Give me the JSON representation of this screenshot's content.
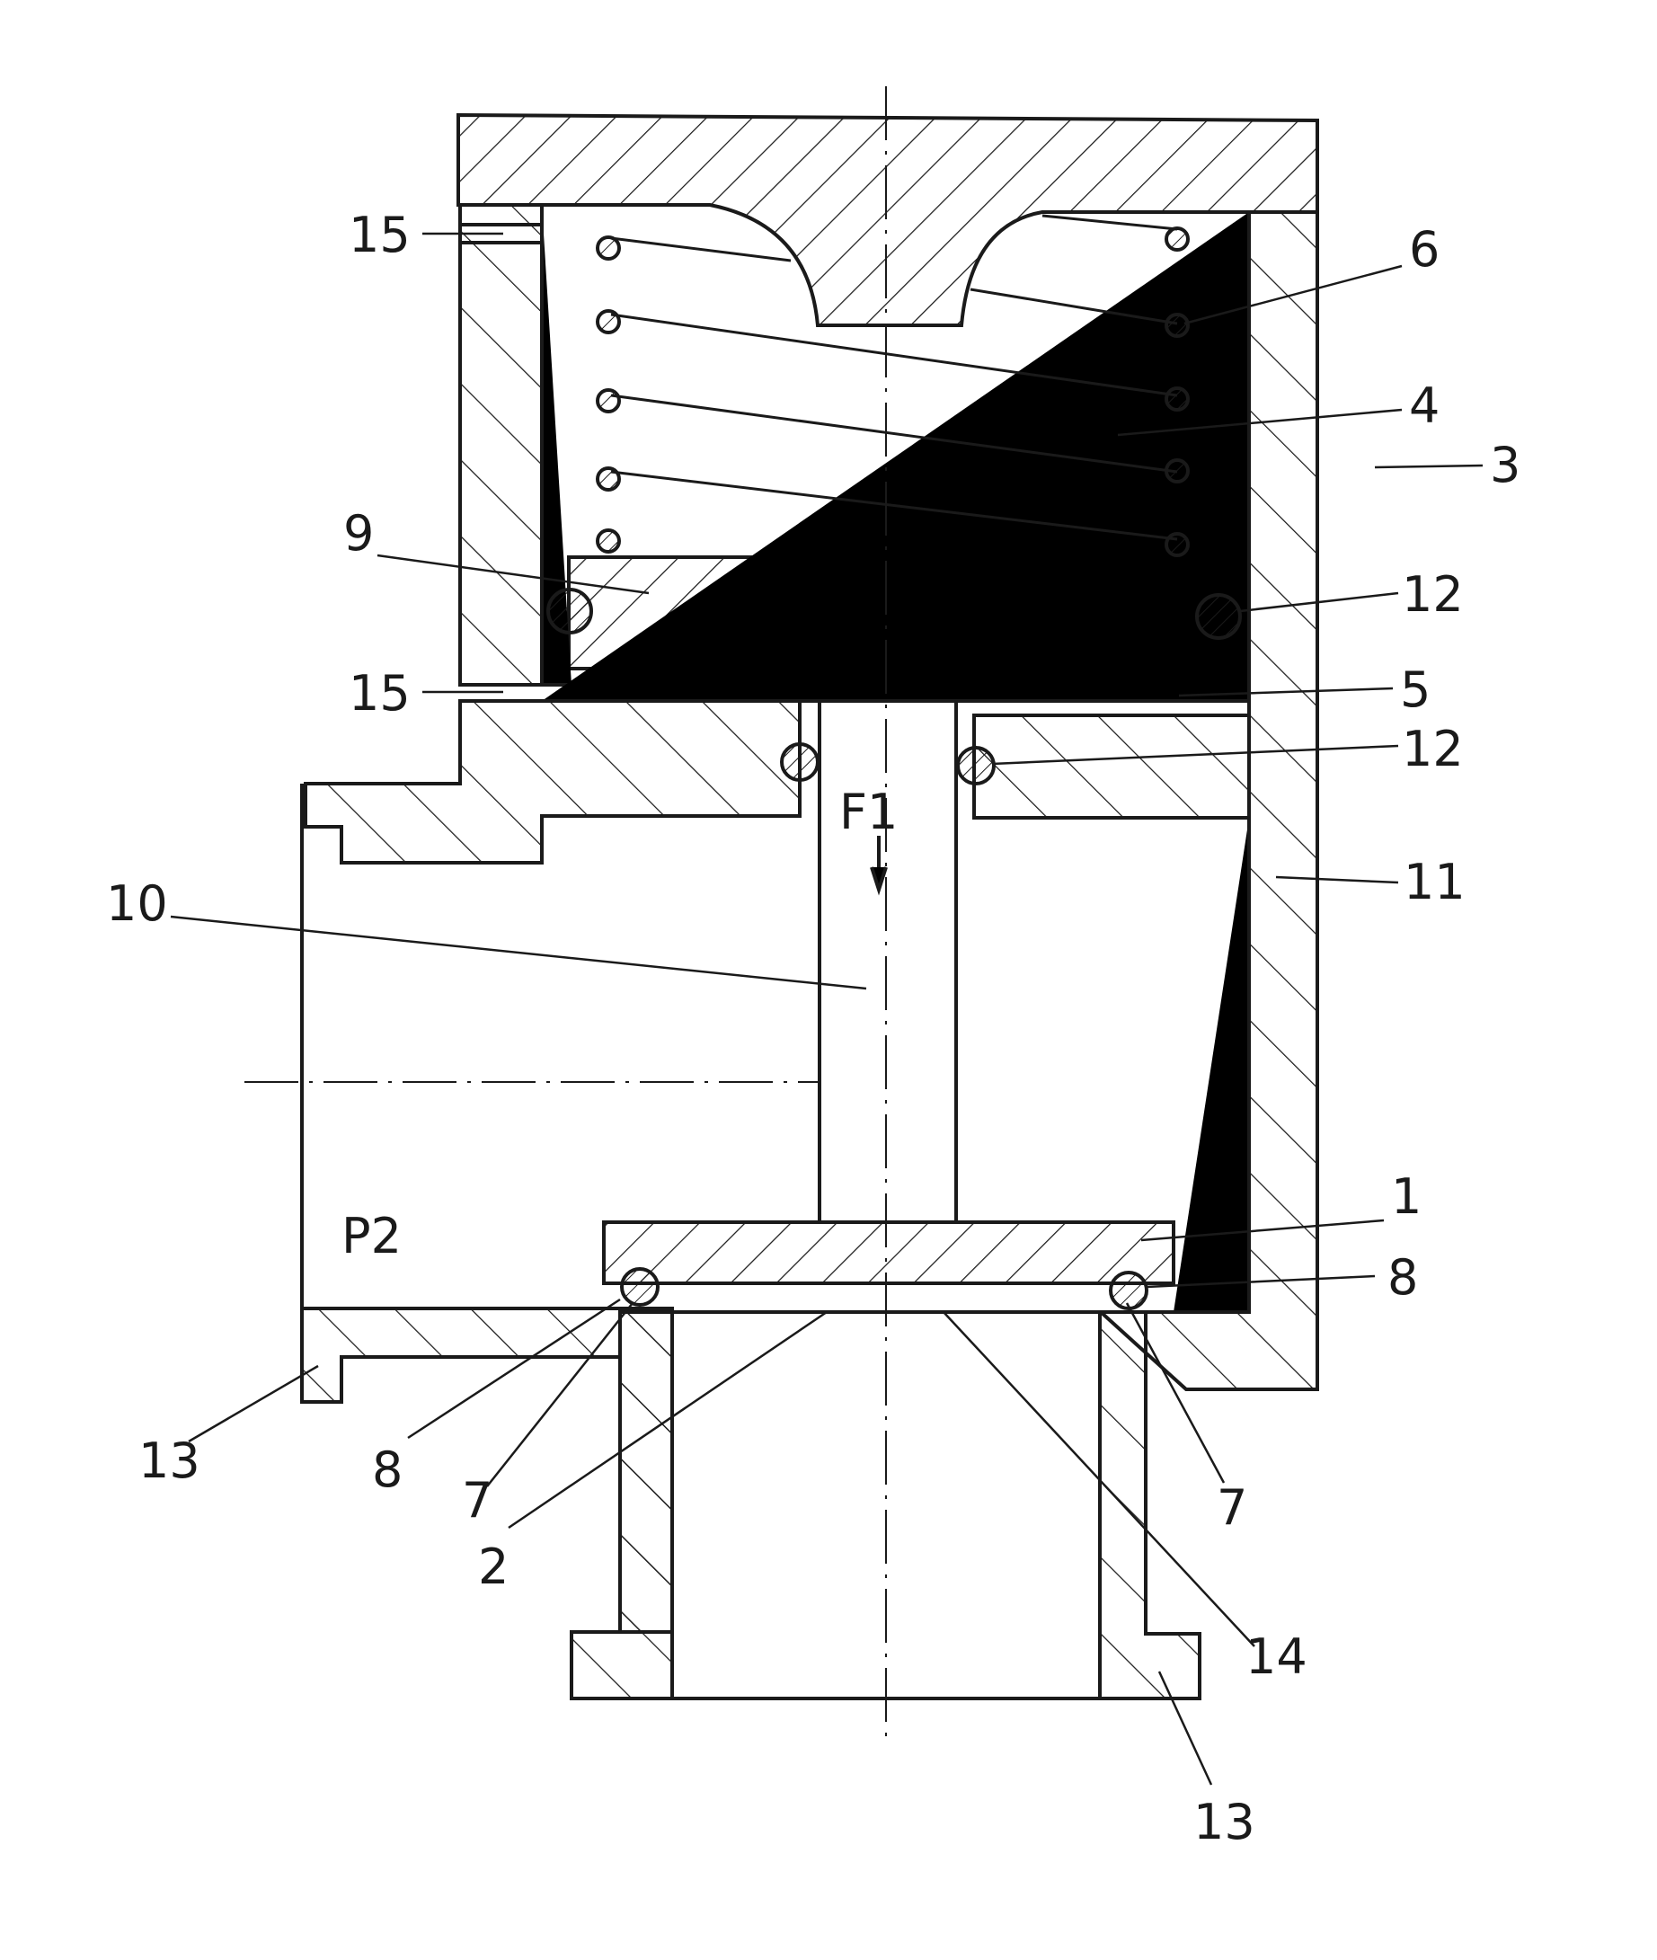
{
  "labels": {
    "l1": "1",
    "l2": "2",
    "l3": "3",
    "l4": "4",
    "l5": "5",
    "l6": "6",
    "l7a": "7",
    "l7b": "7",
    "l8a": "8",
    "l8b": "8",
    "l9": "9",
    "l10": "10",
    "l11": "11",
    "l12a": "12",
    "l12b": "12",
    "l13a": "13",
    "l13b": "13",
    "l14": "14",
    "l15a": "15",
    "l15b": "15",
    "p2": "P2",
    "f1": "F1"
  },
  "colors": {
    "ink": "#1a1a1a",
    "paper": "#ffffff"
  }
}
